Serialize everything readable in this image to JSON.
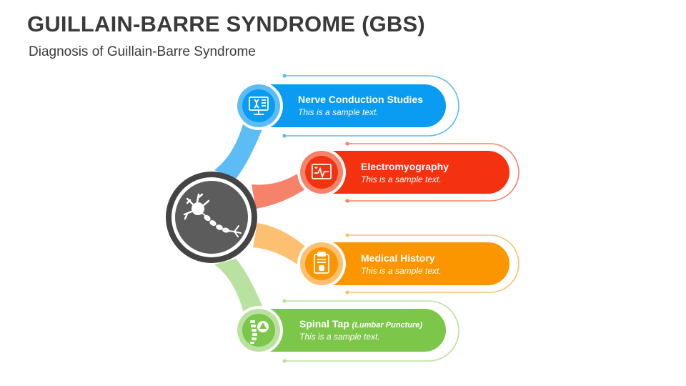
{
  "header": {
    "title": "GUILLAIN-BARRE SYNDROME (GBS)",
    "subtitle": "Diagnosis of Guillain-Barre Syndrome"
  },
  "hub": {
    "icon": "neuron-icon"
  },
  "items": [
    {
      "title": "Nerve Conduction Studies",
      "title_suffix": "",
      "desc": "This is a sample text.",
      "color": "#0a9cf2",
      "icon": "dna-monitor-icon"
    },
    {
      "title": "Electromyography",
      "title_suffix": "",
      "desc": "This is a sample text.",
      "color": "#f5320f",
      "icon": "heart-monitor-icon"
    },
    {
      "title": "Medical History",
      "title_suffix": "",
      "desc": "This is a sample text.",
      "color": "#fb9500",
      "icon": "medical-clipboard-icon"
    },
    {
      "title": "Spinal Tap",
      "title_suffix": "(Lumbar Puncture)",
      "desc": "This is a sample text.",
      "color": "#7cc64a",
      "icon": "spine-icon"
    }
  ]
}
